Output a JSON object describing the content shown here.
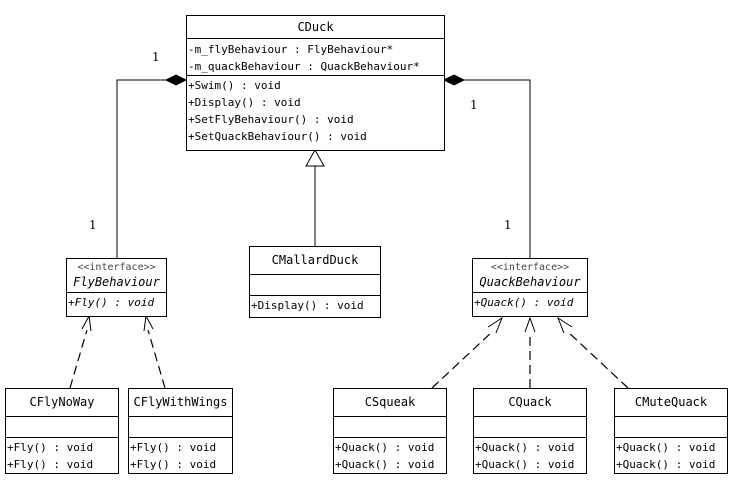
{
  "classes": {
    "cduck": {
      "name": "CDuck",
      "attributes": [
        "-m_flyBehaviour : FlyBehaviour*",
        "-m_quackBehaviour : QuackBehaviour*"
      ],
      "operations": [
        "+Swim() : void",
        "+Display() : void",
        "+SetFlyBehaviour() : void",
        "+SetQuackBehaviour() : void"
      ]
    },
    "cmallardduck": {
      "name": "CMallardDuck",
      "operations": [
        "+Display() : void"
      ]
    },
    "flybehaviour": {
      "stereotype": "<<interface>>",
      "name": "FlyBehaviour",
      "operations": [
        "+Fly() : void"
      ]
    },
    "quackbehaviour": {
      "stereotype": "<<interface>>",
      "name": "QuackBehaviour",
      "operations": [
        "+Quack() : void"
      ]
    },
    "cflynoway": {
      "name": "CFlyNoWay",
      "operations": [
        "+Fly() : void",
        "+Fly() : void"
      ]
    },
    "cflywithwings": {
      "name": "CFlyWithWings",
      "operations": [
        "+Fly() : void",
        "+Fly() : void"
      ]
    },
    "csqueak": {
      "name": "CSqueak",
      "operations": [
        "+Quack() : void",
        "+Quack() : void"
      ]
    },
    "cquack": {
      "name": "CQuack",
      "operations": [
        "+Quack() : void",
        "+Quack() : void"
      ]
    },
    "cmutequack": {
      "name": "CMuteQuack",
      "operations": [
        "+Quack() : void",
        "+Quack() : void"
      ]
    }
  },
  "multiplicities": {
    "fly_duck_end": "1",
    "fly_interface_end": "1",
    "quack_duck_end": "1",
    "quack_interface_end": "1"
  }
}
